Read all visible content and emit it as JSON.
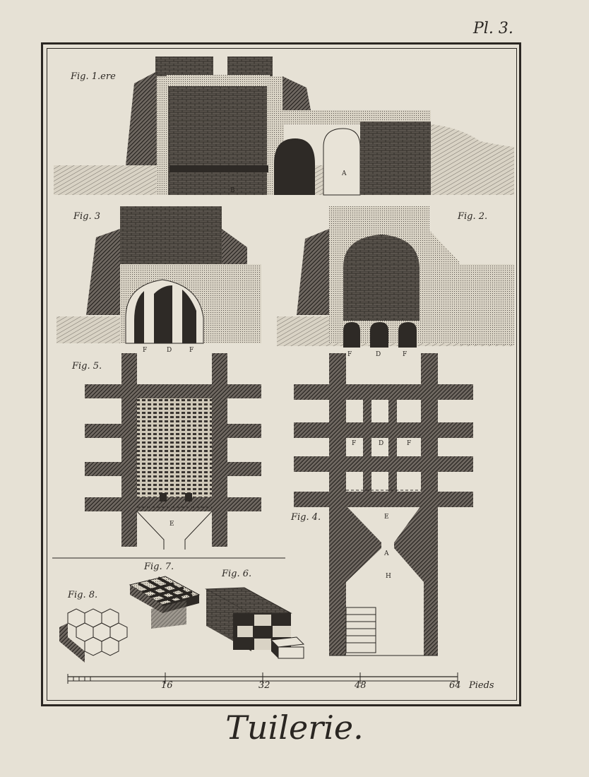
{
  "plate": {
    "number": "Pl. 3.",
    "title": "Tuilerie."
  },
  "figures": {
    "fig1": "Fig. 1.ere",
    "fig2": "Fig. 2.",
    "fig3": "Fig. 3",
    "fig4": "Fig. 4.",
    "fig5": "Fig. 5.",
    "fig6": "Fig. 6.",
    "fig7": "Fig. 7.",
    "fig8": "Fig. 8."
  },
  "letters": {
    "a": "A",
    "b": "B",
    "d": "D",
    "e": "E",
    "f": "F",
    "h": "H"
  },
  "scale": {
    "ticks": [
      "16",
      "32",
      "48",
      "64"
    ],
    "unit": "Pieds"
  },
  "colors": {
    "paper": "#e6e1d5",
    "ink": "#2a2622",
    "hatch": "#3a3531"
  }
}
